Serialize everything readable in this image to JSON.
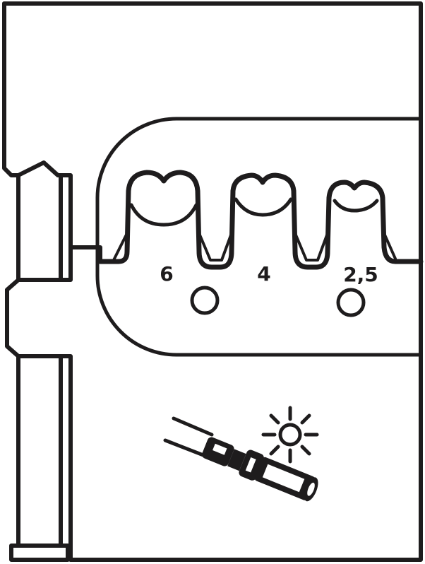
{
  "diagram": {
    "type": "crimp-die-insert-drawing",
    "stroke_color": "#1e1c1d",
    "background_color": "#ffffff",
    "crimp_profiles": [
      {
        "label": "6",
        "has_marker_circle": true
      },
      {
        "label": "4",
        "has_marker_circle": false
      },
      {
        "label": "2,5",
        "has_marker_circle": true
      }
    ],
    "icons": [
      {
        "name": "contact-pin-icon",
        "description": "turned contact / connector pin"
      },
      {
        "name": "sun-icon",
        "description": "sun symbol"
      }
    ]
  }
}
